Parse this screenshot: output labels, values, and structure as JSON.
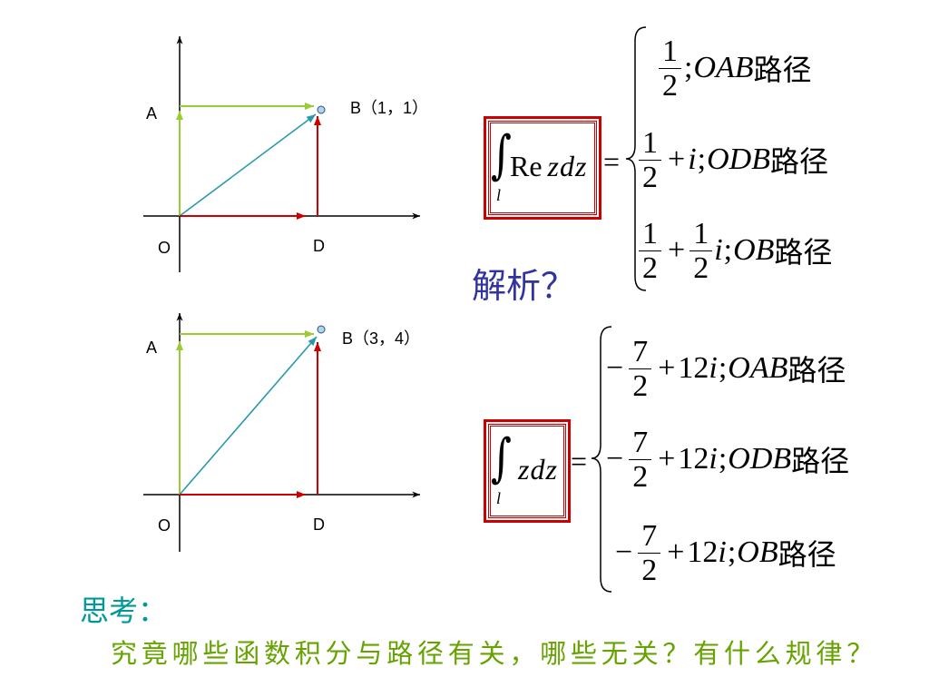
{
  "diagrams": [
    {
      "label_a": "A",
      "label_b": "B（1，1）",
      "label_o": "O",
      "label_d": "D"
    },
    {
      "label_a": "A",
      "label_b": "B（3，4）",
      "label_o": "O",
      "label_d": "D"
    }
  ],
  "formula_top": {
    "integral": "∫",
    "lower_limit": "l",
    "operator": "Re",
    "integrand": "zdz",
    "equals": "=",
    "rows": [
      {
        "frac_num": "1",
        "frac_den": "2",
        "sep": ";",
        "path": "OAB",
        "suffix": "路径"
      },
      {
        "frac_num": "1",
        "frac_den": "2",
        "plus": "+",
        "imag": "i",
        "sep": ";",
        "path": "ODB",
        "suffix": "路径"
      },
      {
        "frac_num": "1",
        "frac_den": "2",
        "plus": "+",
        "frac2_num": "1",
        "frac2_den": "2",
        "imag": "i",
        "sep": ";",
        "path": "OB",
        "suffix": "路径"
      }
    ]
  },
  "formula_bottom": {
    "integral": "∫",
    "lower_limit": "l",
    "integrand": "zdz",
    "equals": "=",
    "rows": [
      {
        "minus": "−",
        "frac_num": "7",
        "frac_den": "2",
        "plus": "+",
        "coef": "12",
        "imag": "i",
        "sep": ";",
        "path": "OAB",
        "suffix": "路径"
      },
      {
        "minus": "−",
        "frac_num": "7",
        "frac_den": "2",
        "plus": "+",
        "coef": "12",
        "imag": "i",
        "sep": ";",
        "path": "ODB",
        "suffix": "路径"
      },
      {
        "minus": "−",
        "frac_num": "7",
        "frac_den": "2",
        "plus": "+",
        "coef": "12",
        "imag": "i",
        "sep": ";",
        "path": "OB",
        "suffix": "路径"
      }
    ]
  },
  "question": "解析？",
  "think_label": "思考：",
  "think_text": "究竟哪些函数积分与路径有关，哪些无关？有什么规律？",
  "colors": {
    "axis": "#000000",
    "green_path": "#99cc33",
    "red_path": "#cc0000",
    "teal_path": "#2a9aab",
    "point_fill": "#a8d8ea",
    "point_stroke": "#2f4f7f",
    "box_border": "#cc0000",
    "question_text": "#3333a0",
    "think_label_text": "#009999",
    "think_text": "#66a300"
  }
}
